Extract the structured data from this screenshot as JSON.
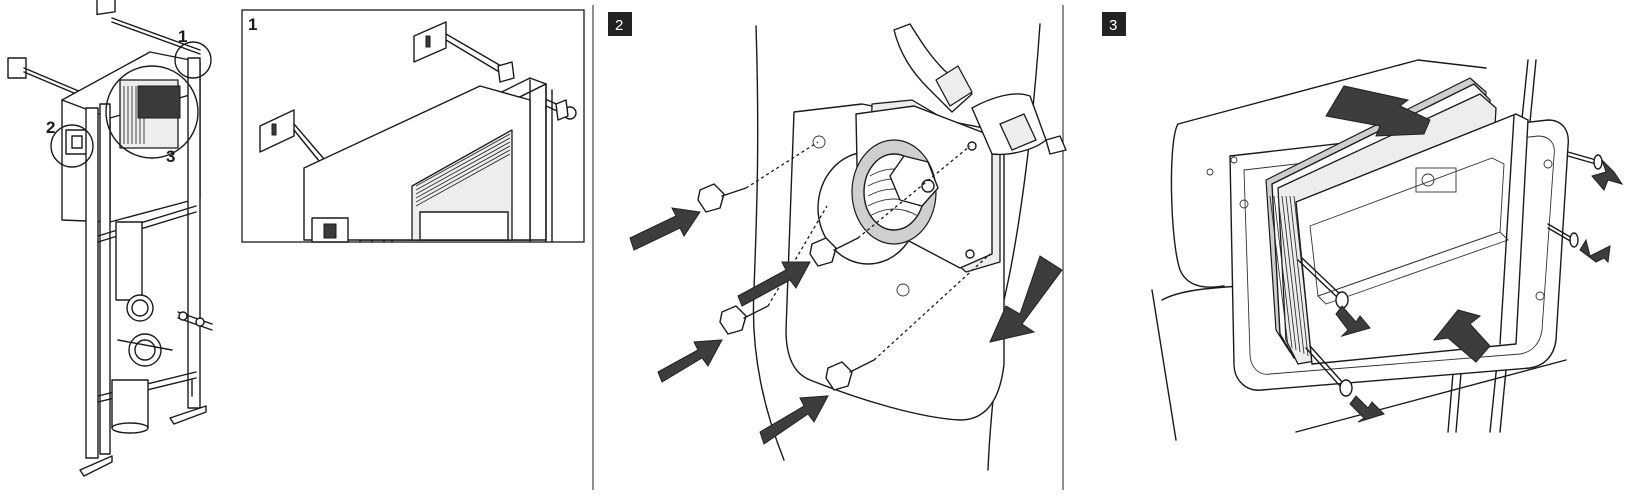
{
  "callouts": {
    "overview_1": "1",
    "overview_2": "2",
    "overview_3": "3",
    "detail_1": "1"
  },
  "steps": {
    "step_2": "2",
    "step_3": "3"
  },
  "colors": {
    "line": "#1a1a1a",
    "arrow": "#3d3d3d",
    "badge": "#222222",
    "light_fill": "#ededed"
  }
}
